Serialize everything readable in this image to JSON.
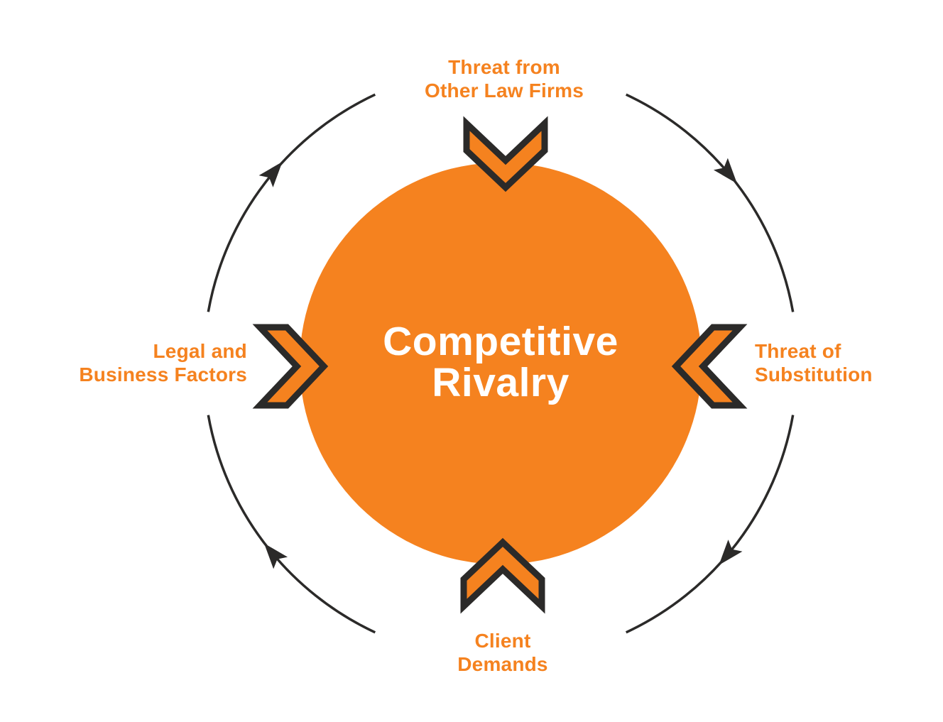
{
  "diagram": {
    "title": {
      "line1": "Competitive",
      "line2": "Rivalry"
    },
    "factors": {
      "top": {
        "line1": "Threat from",
        "line2": "Other Law Firms"
      },
      "right": {
        "line1": "Threat of",
        "line2": "Substitution"
      },
      "bottom": {
        "line1": "Client",
        "line2": "Demands"
      },
      "left": {
        "line1": "Legal and",
        "line2": "Business Factors"
      }
    },
    "colors": {
      "orange": "#F5821F",
      "dark": "#2B2A29",
      "text_on_circle": "#FFFFFF",
      "background": "#FFFFFF"
    }
  }
}
